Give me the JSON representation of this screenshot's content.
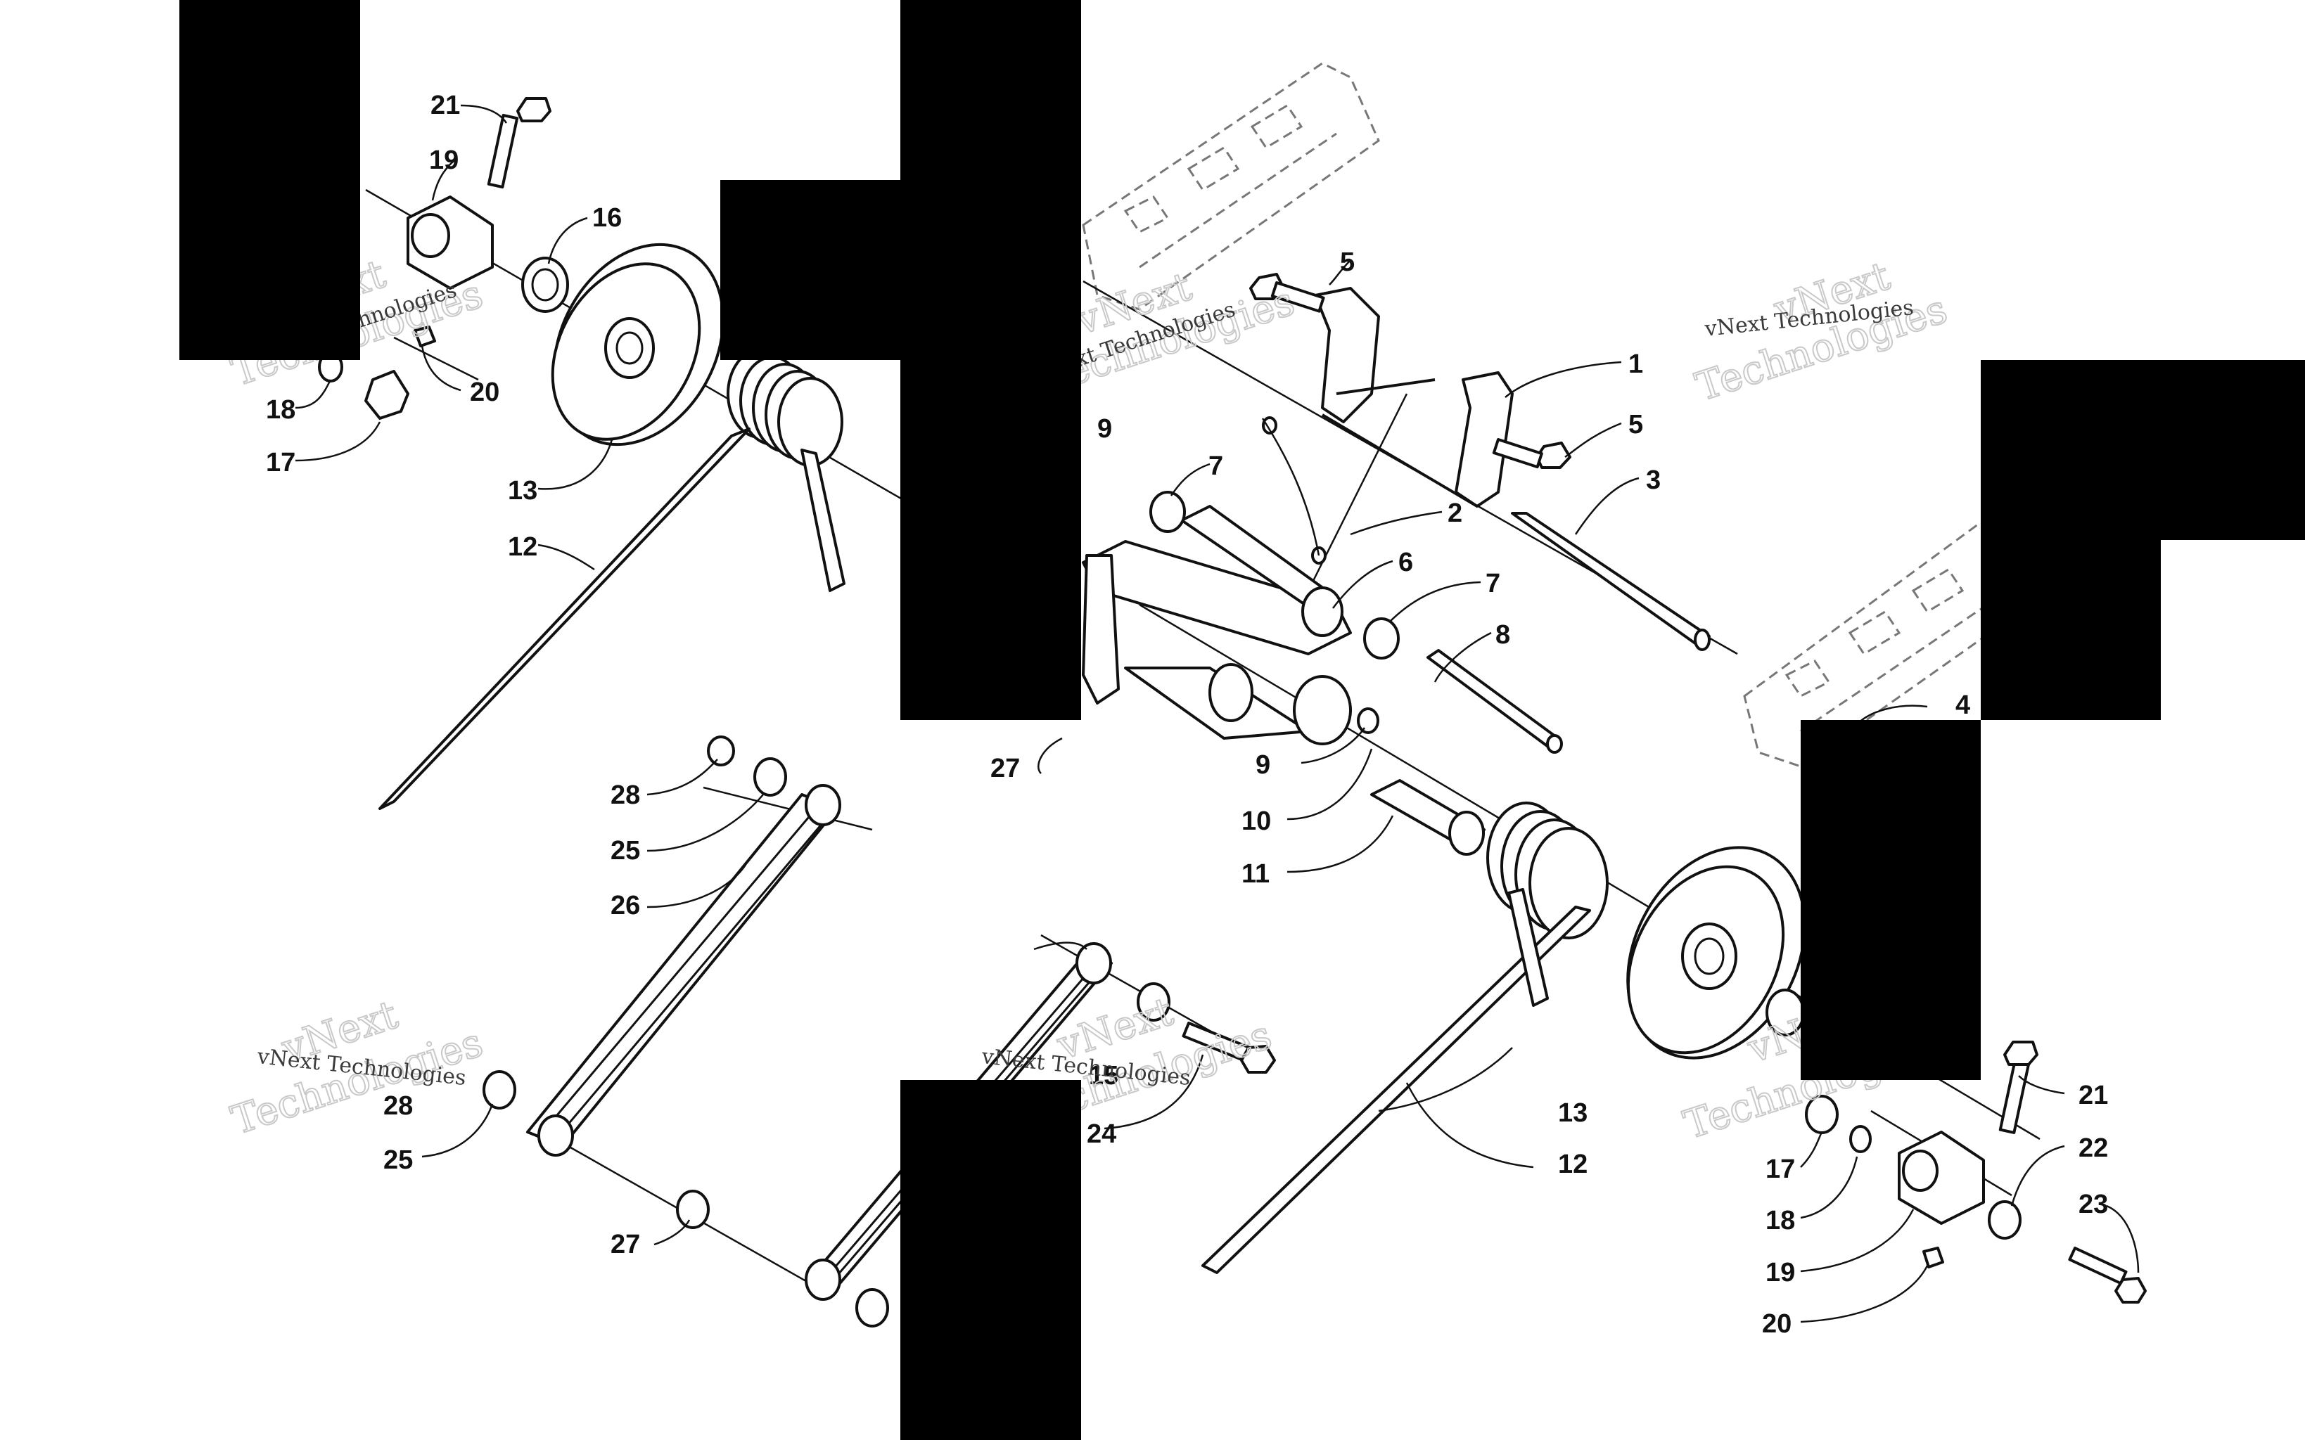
{
  "watermark": {
    "line1": "vNext",
    "line2": "Technologies",
    "small": "vNext Technologies"
  },
  "callouts": {
    "c1": "1",
    "c2": "2",
    "c3": "3",
    "c4": "4",
    "c5a": "5",
    "c5b": "5",
    "c6": "6",
    "c7a": "7",
    "c7b": "7",
    "c8": "8",
    "c9a": "9",
    "c9b": "9",
    "c10": "10",
    "c11": "11",
    "c12a": "12",
    "c12b": "12",
    "c13a": "13",
    "c13b": "13",
    "c15": "15",
    "c16": "16",
    "c17a": "17",
    "c17b": "17",
    "c18a": "18",
    "c18b": "18",
    "c19a": "19",
    "c19b": "19",
    "c20a": "20",
    "c20b": "20",
    "c21a": "21",
    "c21b": "21",
    "c22": "22",
    "c23": "23",
    "c24": "24",
    "c25a": "25",
    "c25b": "25",
    "c26": "26",
    "c27a": "27",
    "c27b": "27",
    "c28a": "28",
    "c28b": "28"
  }
}
